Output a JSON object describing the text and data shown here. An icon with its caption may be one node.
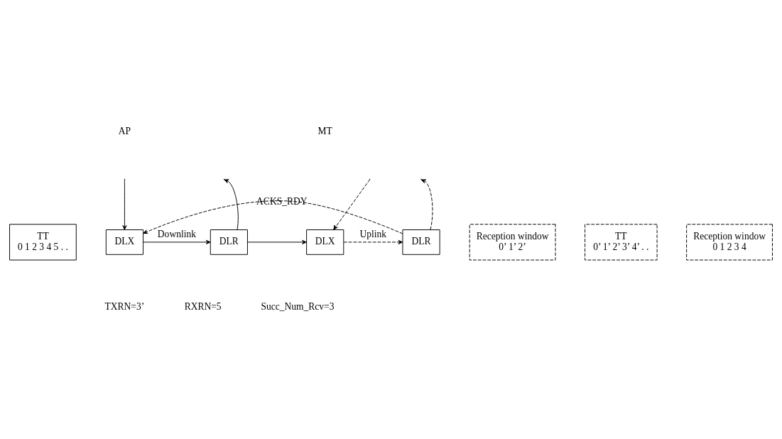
{
  "diagram": {
    "nodes": [
      {
        "text": [
          "TT",
          "0 1 2 3 4 5 . ."
        ]
      },
      {
        "text": [
          "DLX"
        ]
      },
      {
        "text": [
          "DLR"
        ]
      },
      {
        "text": [
          "Reception window",
          "0’ 1’ 2’"
        ]
      },
      {
        "text": [
          "TT",
          "0’ 1’ 2’ 3’ 4’ . ."
        ]
      },
      {
        "text": [
          "DLX"
        ]
      },
      {
        "text": [
          "DLR"
        ]
      },
      {
        "text": [
          "Reception window",
          "0 1 2 3 4"
        ]
      }
    ],
    "edges": [
      {
        "from": null,
        "to": 1,
        "arrow": "to"
      },
      {
        "from": 2,
        "to": null,
        "arrow": "to",
        "style": "dashed"
      },
      {
        "from": 2,
        "to": 1,
        "arrow": "to",
        "label": "ACKS_RDY",
        "style": "dashed"
      },
      {
        "from": 5,
        "to": 2,
        "arrow": "to",
        "label": "Uplink",
        "style": "dashed"
      },
      {
        "from": 1,
        "to": 6,
        "arrow": "to",
        "label": "Downlink"
      },
      {
        "from": 6,
        "to": 5,
        "arrow": "to"
      },
      {
        "from": null,
        "to": 5,
        "arrow": "to",
        "style": "dashed"
      },
      {
        "from": 6,
        "to": null,
        "arrow": "to"
      }
    ],
    "labels": [
      "AP",
      "MT",
      "TXRN=3’",
      "RXRN=5",
      "Succ_Num_Rcv=3"
    ]
  }
}
